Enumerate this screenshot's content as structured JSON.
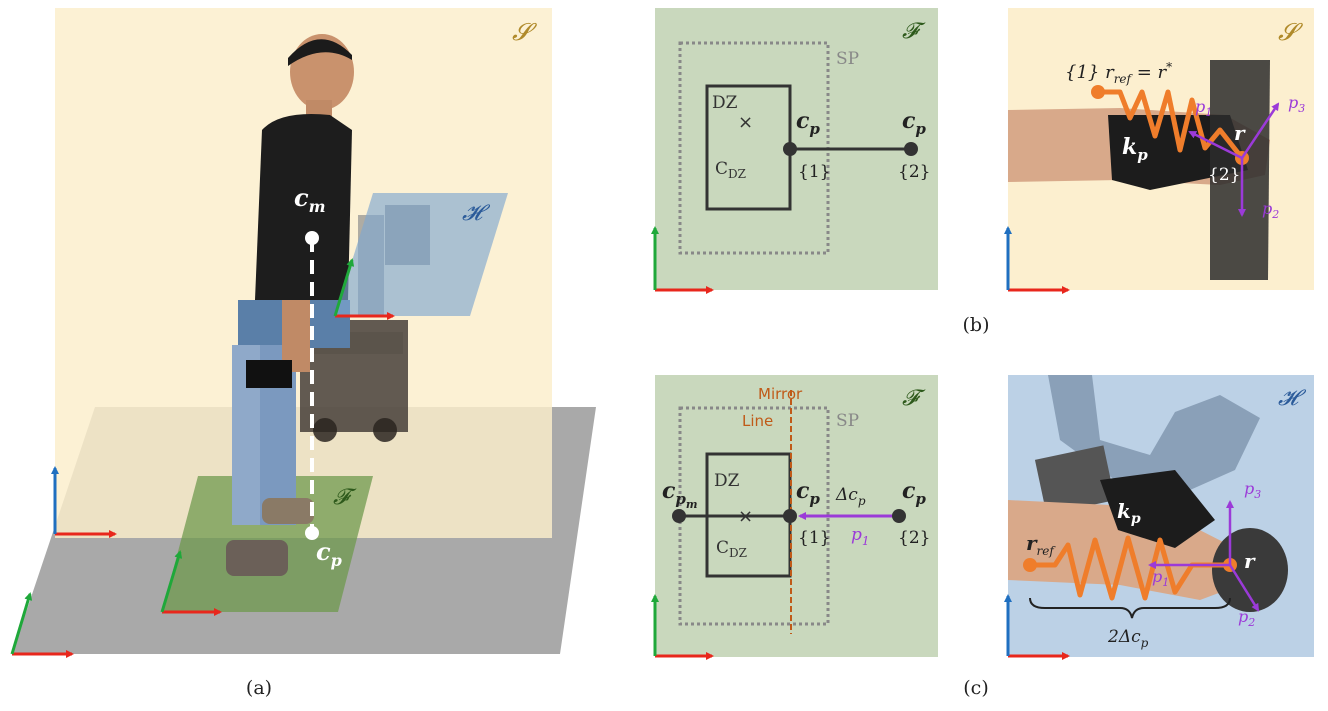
{
  "panel_labels": {
    "a": "(a)",
    "b": "(b)",
    "c": "(c)"
  },
  "frames": {
    "S": "𝓢",
    "H": "𝓗",
    "F": "𝓕"
  },
  "panel_a": {
    "cm": "c",
    "cm_sub": "m",
    "cp": "c",
    "cp_sub": "p"
  },
  "panel_b": {
    "sp": "SP",
    "dz": "DZ",
    "cdz": "C",
    "cdz_sub": "DZ",
    "node1_label": "c",
    "node1_sub": "p",
    "node1_tag": "{1}",
    "node2_label": "c",
    "node2_sub": "p",
    "node2_tag": "{2}"
  },
  "panel_c": {
    "mirror1": "Mirror",
    "mirror2": "Line",
    "sp": "SP",
    "dz": "DZ",
    "cdz": "C",
    "cdz_sub": "DZ",
    "cpm": "c",
    "cpm_sub": "p",
    "cpm_subsub": "m",
    "node1_label": "c",
    "node1_sub": "p",
    "node1_tag": "{1}",
    "node2_label": "c",
    "node2_sub": "p",
    "node2_tag": "{2}",
    "delta": "Δc",
    "delta_sub": "p",
    "p1": "p",
    "p1_sub": "1"
  },
  "photo_S": {
    "top_label": "{1} r",
    "top_sub": "ref",
    "top_eq": " = r",
    "top_sup": "*",
    "kp": "k",
    "kp_sub": "p",
    "r": "r",
    "tag2": "{2}",
    "p1": "p",
    "p1_sub": "1",
    "p2": "p",
    "p2_sub": "2",
    "p3": "p",
    "p3_sub": "3"
  },
  "photo_H": {
    "kp": "k",
    "kp_sub": "p",
    "r": "r",
    "rref": "r",
    "rref_sub": "ref",
    "p1": "p",
    "p1_sub": "1",
    "p2": "p",
    "p2_sub": "2",
    "p3": "p",
    "p3_sub": "3",
    "brace": "2Δc",
    "brace_sub": "p"
  },
  "colors": {
    "sagittal": "#fcefcf",
    "horizontal": "#8fb4d6",
    "foot": "#c9d8bd",
    "floor": "#a8a8a8",
    "axis_red": "#e8271c",
    "axis_green": "#1fa83a",
    "axis_blue": "#1f6fc0",
    "orange": "#ef7d2b",
    "purple": "#9b3ad8",
    "mirror": "#c05a18"
  }
}
